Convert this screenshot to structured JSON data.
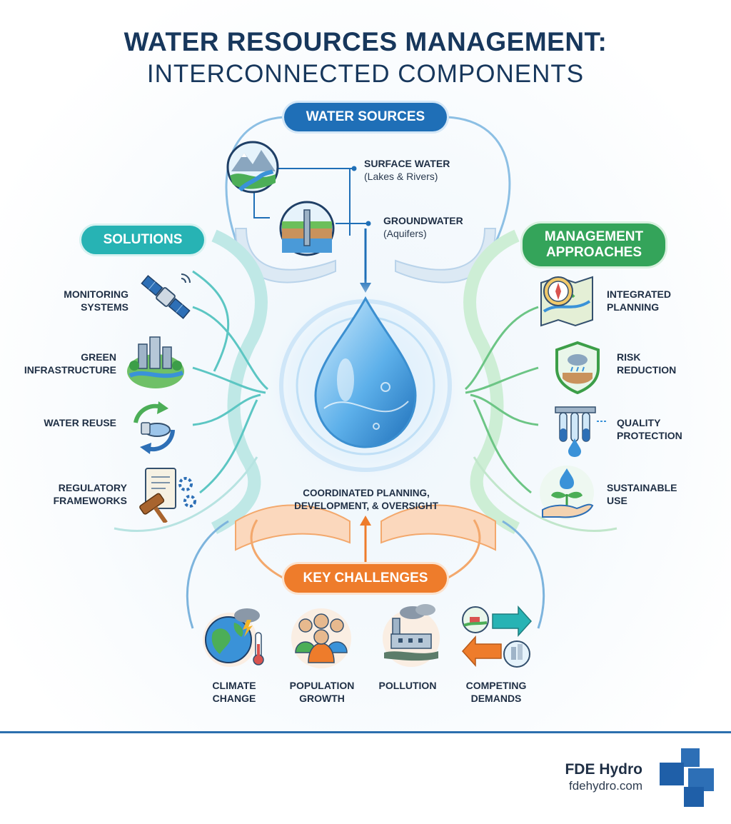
{
  "title": {
    "line1": "WATER RESOURCES MANAGEMENT:",
    "line2": "INTERCONNECTED COMPONENTS"
  },
  "sections": {
    "water_sources": "WATER SOURCES",
    "solutions": "SOLUTIONS",
    "management": "MANAGEMENT APPROACHES",
    "challenges": "KEY CHALLENGES"
  },
  "water_sources": {
    "surface": {
      "label": "SURFACE WATER",
      "sub": "(Lakes & Rivers)"
    },
    "ground": {
      "label": "GROUNDWATER",
      "sub": "(Aquifers)"
    }
  },
  "solutions": [
    "MONITORING SYSTEMS",
    "GREEN INFRASTRUCTURE",
    "WATER REUSE",
    "REGULATORY FRAMEWORKS"
  ],
  "management": [
    "INTEGRATED PLANNING",
    "RISK REDUCTION",
    "QUALITY PROTECTION",
    "SUSTAINABLE USE"
  ],
  "challenges": [
    "CLIMATE CHANGE",
    "POPULATION GROWTH",
    "POLLUTION",
    "COMPETING DEMANDS"
  ],
  "center_caption": "COORDINATED PLANNING, DEVELOPMENT, & OVERSIGHT",
  "footer": {
    "brand": "FDE Hydro",
    "site": "fdehydro.com"
  },
  "icons": {
    "surface": "mountain-river-icon",
    "ground": "aquifer-well-icon",
    "drop": "water-drop-icon",
    "monitoring": "satellite-icon",
    "green": "green-city-icon",
    "reuse": "recycle-icon",
    "regulatory": "gavel-document-icon",
    "integrated": "map-compass-icon",
    "risk": "shield-storm-icon",
    "quality": "test-tubes-icon",
    "sustainable": "hand-sprout-icon",
    "climate": "globe-thermometer-icon",
    "population": "people-group-icon",
    "pollution": "factory-smoke-icon",
    "competing": "competing-arrows-icon",
    "logo": "fde-logo-icon"
  },
  "colors": {
    "navy": "#17375c",
    "blue": "#1f6fb7",
    "teal": "#27b3b4",
    "green": "#34a45a",
    "orange": "#ee7c2b"
  }
}
